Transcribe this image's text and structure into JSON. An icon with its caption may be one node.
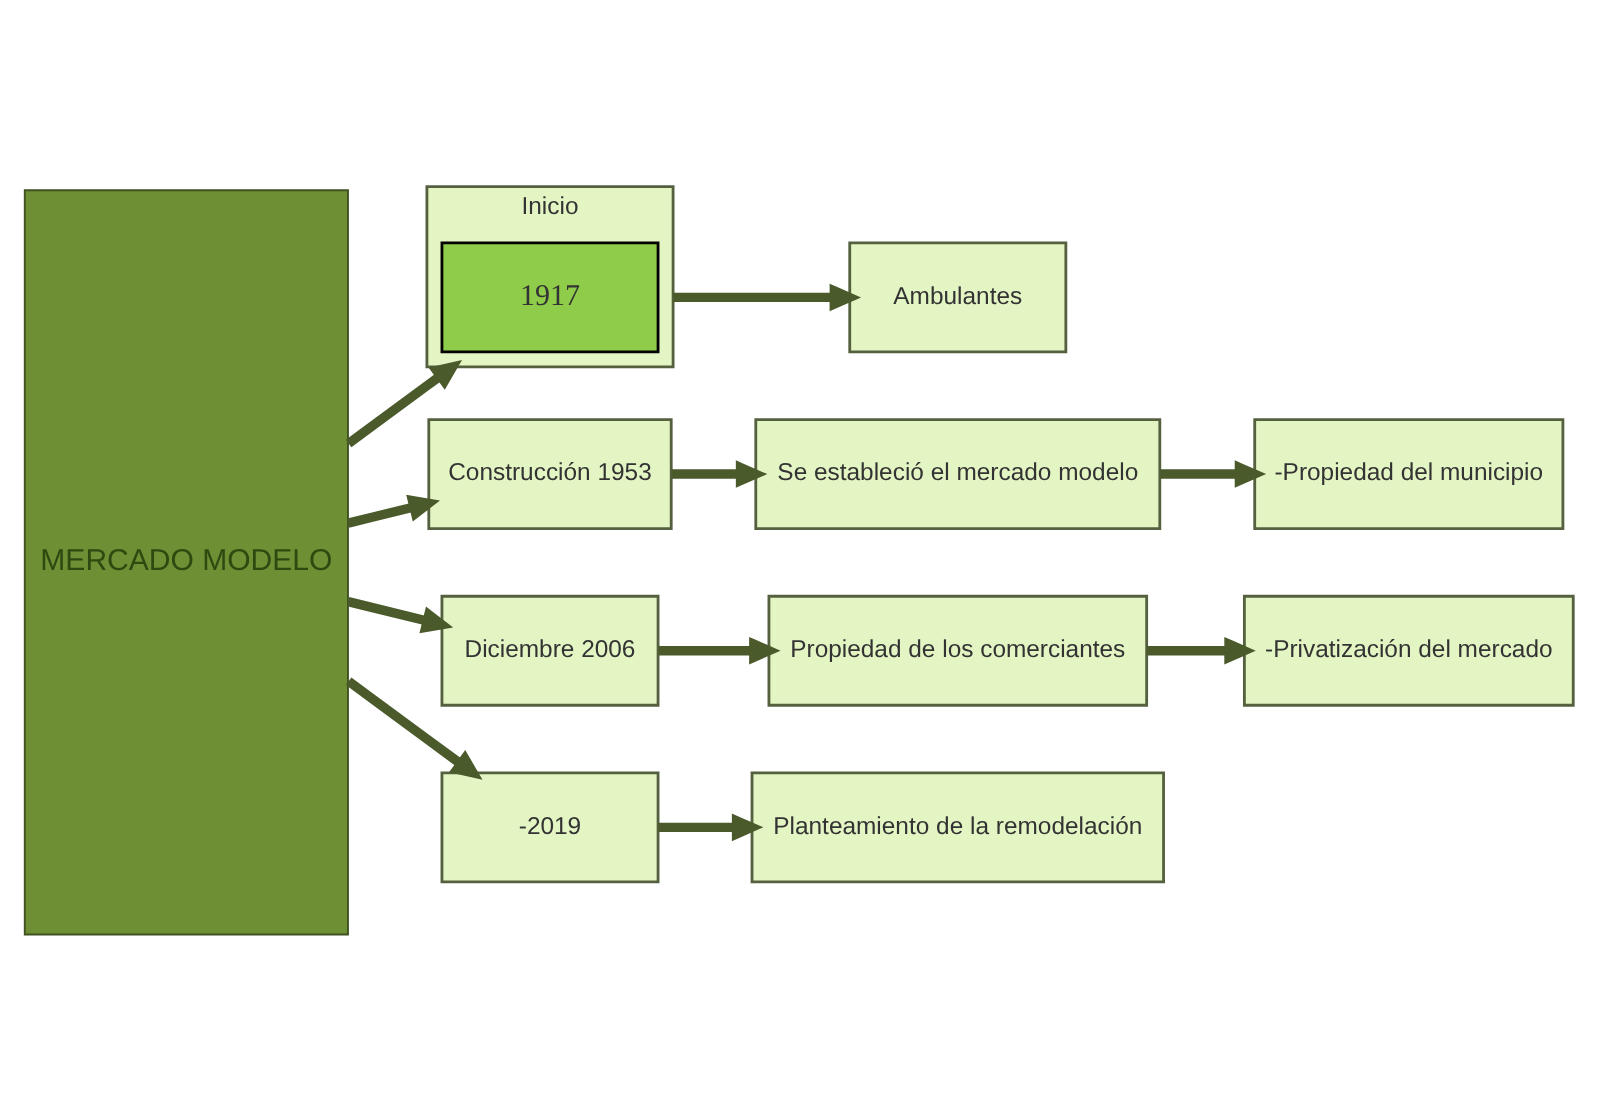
{
  "diagram": {
    "nodes": [
      {
        "text": [
          "MERCADO MODELO"
        ]
      },
      {
        "text": [
          "Inicio"
        ]
      },
      {
        "text": [
          "1917"
        ],
        "in": 1
      },
      {
        "text": [
          "Ambulantes"
        ]
      },
      {
        "text": [
          "Construcción 1953"
        ]
      },
      {
        "text": [
          "Se estableció el mercado modelo"
        ]
      },
      {
        "text": [
          "-Propiedad del municipio"
        ]
      },
      {
        "text": [
          "Diciembre 2006"
        ]
      },
      {
        "text": [
          "Propiedad de los comerciantes"
        ]
      },
      {
        "text": [
          "-Privatización del mercado"
        ]
      },
      {
        "text": [
          "-2019"
        ]
      },
      {
        "text": [
          "Planteamiento de la remodelación"
        ]
      }
    ],
    "edges": [
      {
        "from": 0,
        "to": 1,
        "arrow": "to"
      },
      {
        "from": 0,
        "to": 4,
        "arrow": "to"
      },
      {
        "from": 0,
        "to": 7,
        "arrow": "to"
      },
      {
        "from": 0,
        "to": 10,
        "arrow": "to"
      },
      {
        "from": 1,
        "to": 3,
        "arrow": "to"
      },
      {
        "from": 4,
        "to": 5,
        "arrow": "to"
      },
      {
        "from": 5,
        "to": 6,
        "arrow": "to"
      },
      {
        "from": 7,
        "to": 8,
        "arrow": "to"
      },
      {
        "from": 8,
        "to": 9,
        "arrow": "to"
      },
      {
        "from": 10,
        "to": 11,
        "arrow": "to"
      }
    ]
  }
}
